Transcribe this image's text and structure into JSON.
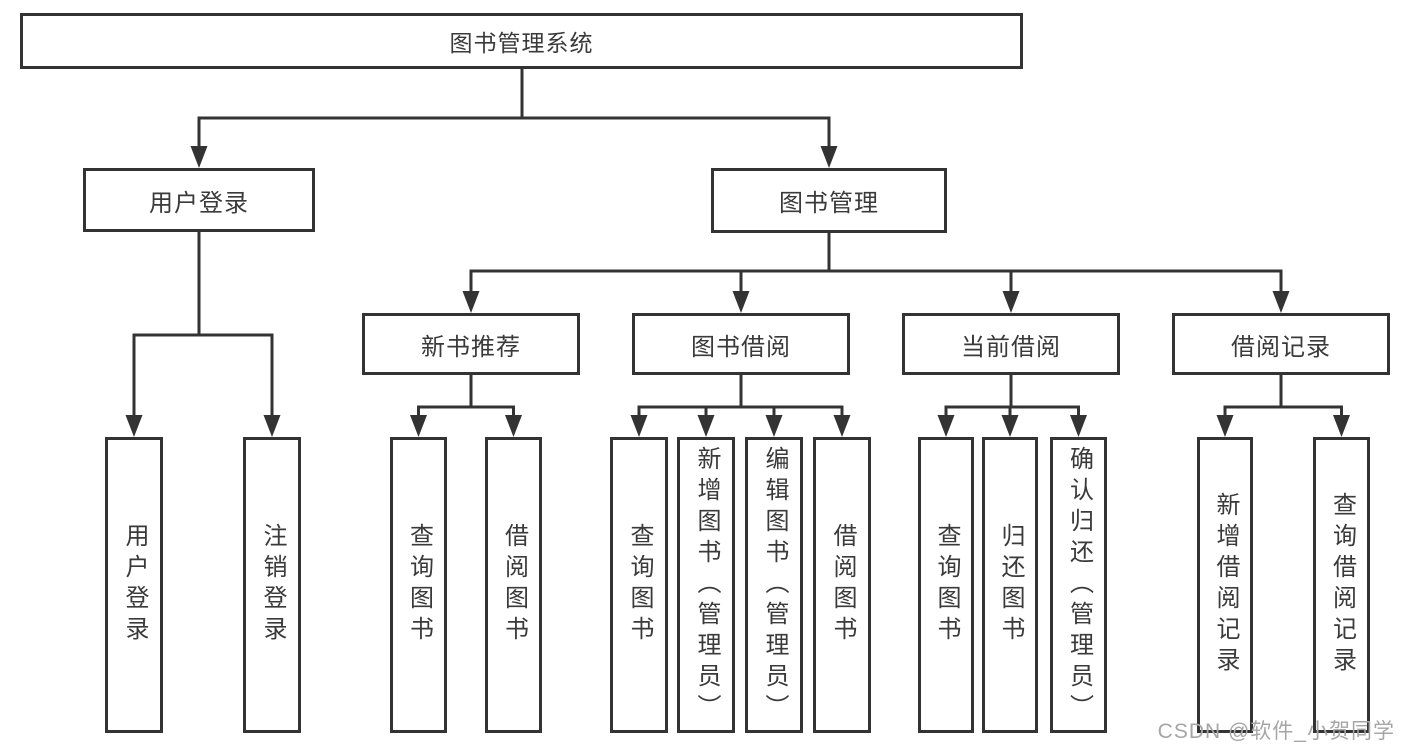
{
  "diagram": {
    "root": "图书管理系统",
    "level2": {
      "user_login": "用户登录",
      "book_mgmt": "图书管理"
    },
    "level3": {
      "new_book": "新书推荐",
      "book_borrow": "图书借阅",
      "current_borrow": "当前借阅",
      "borrow_record": "借阅记录"
    },
    "leaves": {
      "user_login": [
        "用户登录",
        "注销登录"
      ],
      "new_book": [
        "查询图书",
        "借阅图书"
      ],
      "book_borrow": [
        "查询图书",
        "新增图书（管理员）",
        "编辑图书（管理员）",
        "借阅图书"
      ],
      "current_borrow": [
        "查询图书",
        "归还图书",
        "确认归还（管理员）"
      ],
      "borrow_record": [
        "新增借阅记录",
        "查询借阅记录"
      ]
    }
  },
  "watermark": "CSDN @软件_小贺同学",
  "colors": {
    "line": "#333333",
    "text": "#3a3a3a",
    "watermark": "#a6a6a6",
    "background": "#ffffff"
  }
}
